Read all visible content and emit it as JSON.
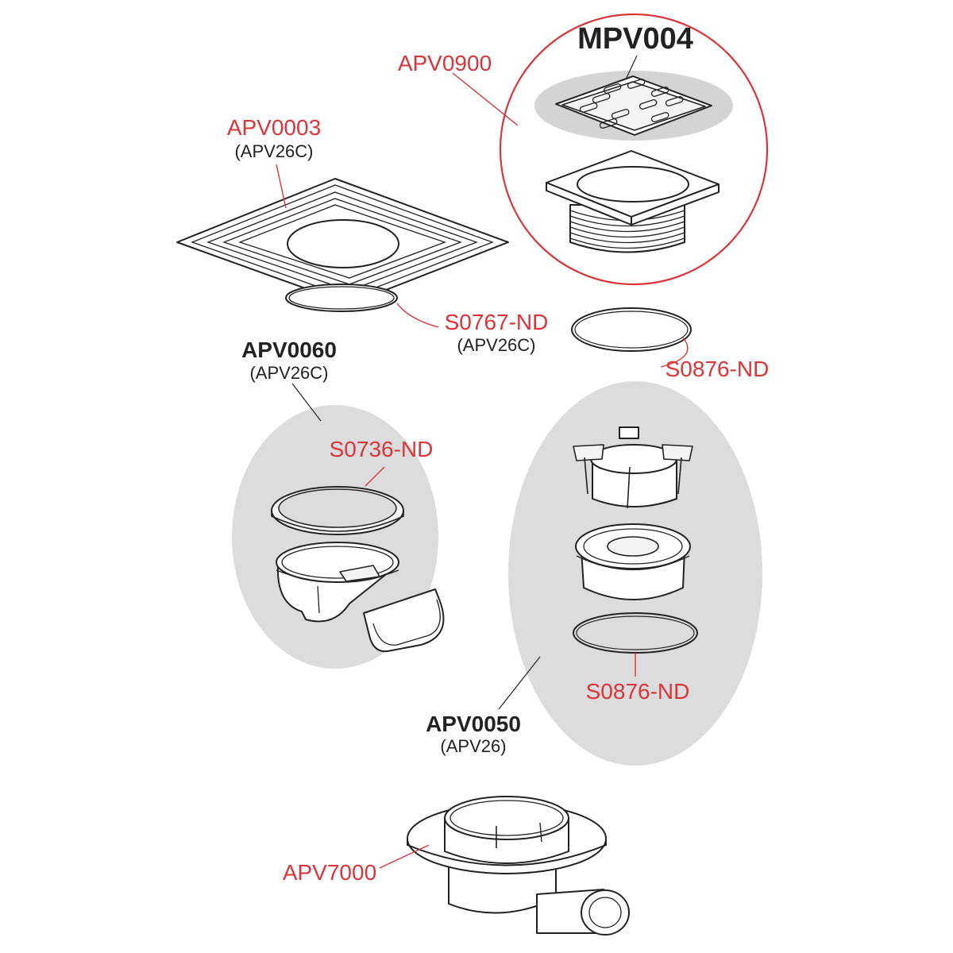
{
  "colors": {
    "accent_red": "#d9353a",
    "text_dark": "#222222",
    "group_fill": "#dcdcdc",
    "line": "#222222"
  },
  "labels": {
    "mpv004": "MPV004",
    "apv0900": "APV0900",
    "apv0003": "APV0003",
    "apv0003_sub": "(APV26C)",
    "s0767": "S0767-ND",
    "s0767_sub": "(APV26C)",
    "s0876_top": "S0876-ND",
    "apv0060": "APV0060",
    "apv0060_sub": "(APV26C)",
    "s0736": "S0736-ND",
    "s0876_bottom": "S0876-ND",
    "apv0050": "APV0050",
    "apv0050_sub": "(APV26)",
    "apv7000": "APV7000"
  }
}
